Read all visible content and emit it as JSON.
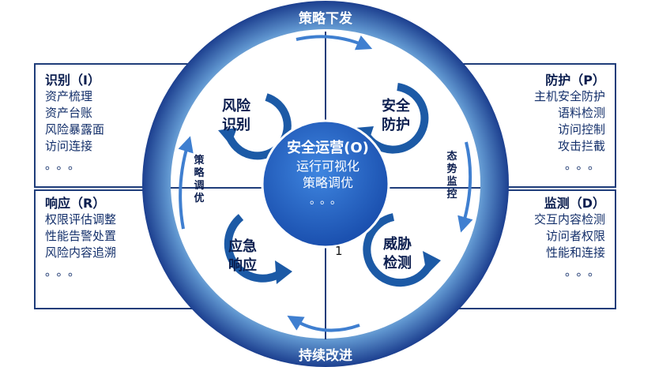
{
  "ring": {
    "top_label": "策略下发",
    "bottom_label": "持续改进"
  },
  "panels": {
    "identify": {
      "title": "识别（I）",
      "items": [
        "资产梳理",
        "资产台账",
        "风险暴露面",
        "访问连接"
      ],
      "dots": "。。。"
    },
    "respond": {
      "title": "响应（R）",
      "items": [
        "权限评估调整",
        "性能告警处置",
        "风险内容追溯"
      ],
      "dots": "。。。"
    },
    "protect": {
      "title": "防护（P）",
      "items": [
        "主机安全防护",
        "语料检测",
        "访问控制",
        "攻击拦截"
      ],
      "dots": "。。。"
    },
    "detect": {
      "title": "监测（D）",
      "items": [
        "交互内容检测",
        "访问者权限",
        "性能和连接"
      ],
      "dots": "。。。"
    }
  },
  "quadrants": {
    "risk_identify": [
      "风险",
      "识别"
    ],
    "security_protect": [
      "安全",
      "防护"
    ],
    "emergency_respond": [
      "应急",
      "响应"
    ],
    "threat_detect": [
      "威胁",
      "检测"
    ]
  },
  "side_labels": {
    "left": "策略调优",
    "right": "态势监控"
  },
  "center": {
    "title": "安全运营(O)",
    "line1": "运行可视化",
    "line2": "策略调优",
    "dots": "。。。"
  },
  "marker": "1",
  "colors": {
    "ring_dark": "#1c3f8f",
    "ring_light": "#a9d3ec",
    "center_fill": "#1f5fc0",
    "arrow_blue": "#1c5aa6",
    "panel_border": "#1f3d7a"
  }
}
